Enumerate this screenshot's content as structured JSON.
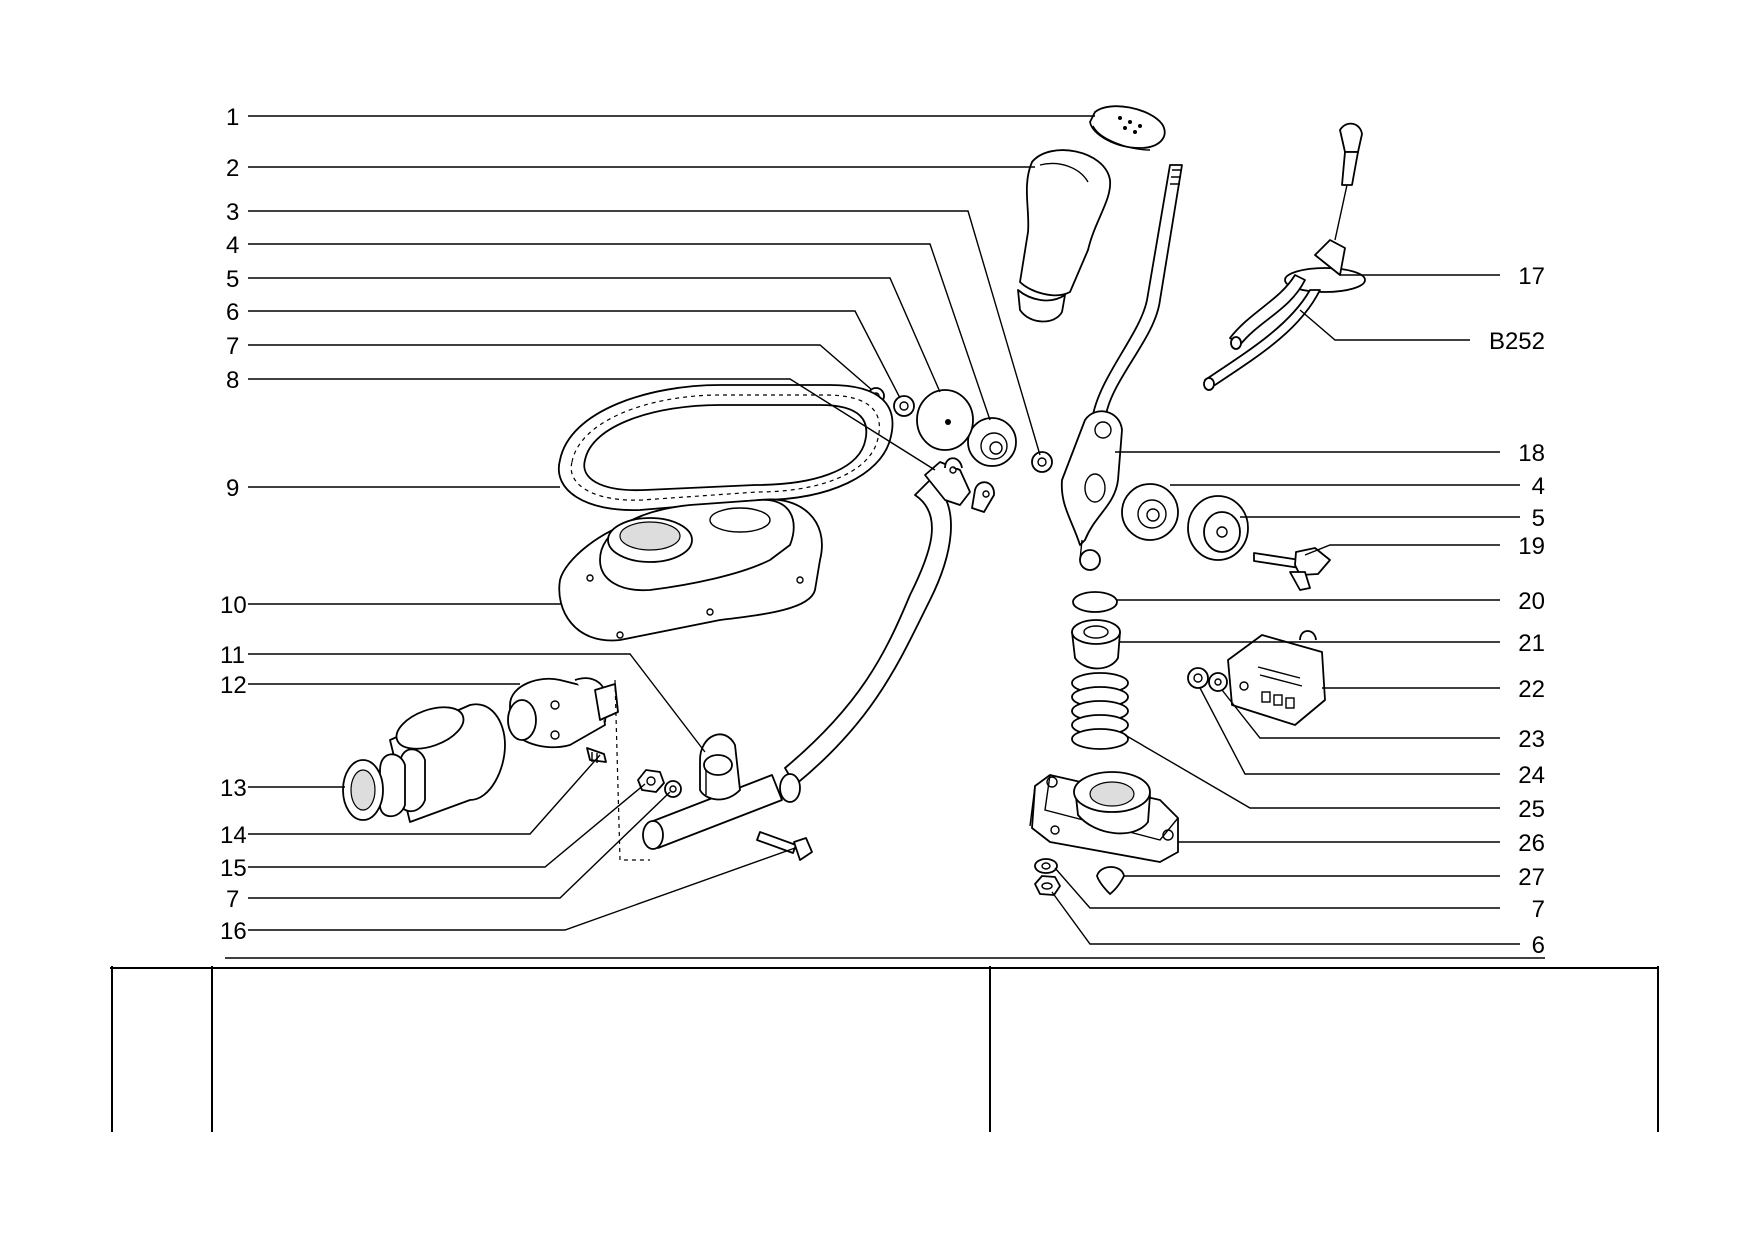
{
  "diagram": {
    "left_labels": [
      "1",
      "2",
      "3",
      "4",
      "5",
      "6",
      "7",
      "8",
      "9",
      "10",
      "11",
      "12",
      "13",
      "14",
      "15",
      "7",
      "16"
    ],
    "right_labels": [
      "17",
      "B252",
      "18",
      "4",
      "5",
      "19",
      "20",
      "21",
      "22",
      "23",
      "24",
      "25",
      "26",
      "27",
      "7",
      "6"
    ]
  }
}
